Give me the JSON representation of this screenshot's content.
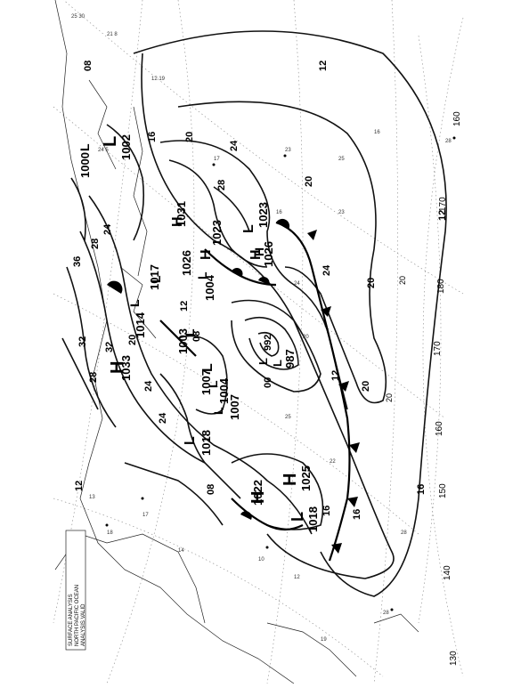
{
  "map": {
    "caption_lines": [
      "SURFACE ANALYSIS",
      "NORTH PACIFIC OCEAN",
      "ANALYSIS VALID"
    ],
    "longitude_labels": [
      "130",
      "140",
      "150",
      "160",
      "170",
      "180",
      "170",
      "160"
    ],
    "latitude_labels": [
      "20",
      "20"
    ],
    "isobar_labels": [
      "08",
      "12",
      "12",
      "12",
      "16",
      "16",
      "16",
      "16",
      "20",
      "20",
      "20",
      "20",
      "20",
      "24",
      "24",
      "24",
      "24",
      "24",
      "28",
      "28",
      "28",
      "32",
      "32",
      "36",
      "08",
      "08",
      "12",
      "12",
      "00"
    ],
    "systems": [
      {
        "type": "L",
        "pressure": "1002"
      },
      {
        "type": "L",
        "pressure": "1000"
      },
      {
        "type": "L",
        "pressure": "1014"
      },
      {
        "type": "L",
        "pressure": "1017"
      },
      {
        "type": "H",
        "pressure": "1031"
      },
      {
        "type": "H",
        "pressure": "1026"
      },
      {
        "type": "H",
        "pressure": "1023"
      },
      {
        "type": "L",
        "pressure": "1023"
      },
      {
        "type": "H",
        "pressure": "1026"
      },
      {
        "type": "L",
        "pressure": "1004"
      },
      {
        "type": "L",
        "pressure": "1003"
      },
      {
        "type": "H",
        "pressure": "1033"
      },
      {
        "type": "L",
        "pressure": "1007"
      },
      {
        "type": "L",
        "pressure": "1004"
      },
      {
        "type": "L",
        "pressure": "1007"
      },
      {
        "type": "L",
        "pressure": "992"
      },
      {
        "type": "L",
        "pressure": "987"
      },
      {
        "type": "L",
        "pressure": "1018"
      },
      {
        "type": "H",
        "pressure": "1022"
      },
      {
        "type": "H",
        "pressure": "1025"
      },
      {
        "type": "L",
        "pressure": "1018"
      }
    ]
  }
}
